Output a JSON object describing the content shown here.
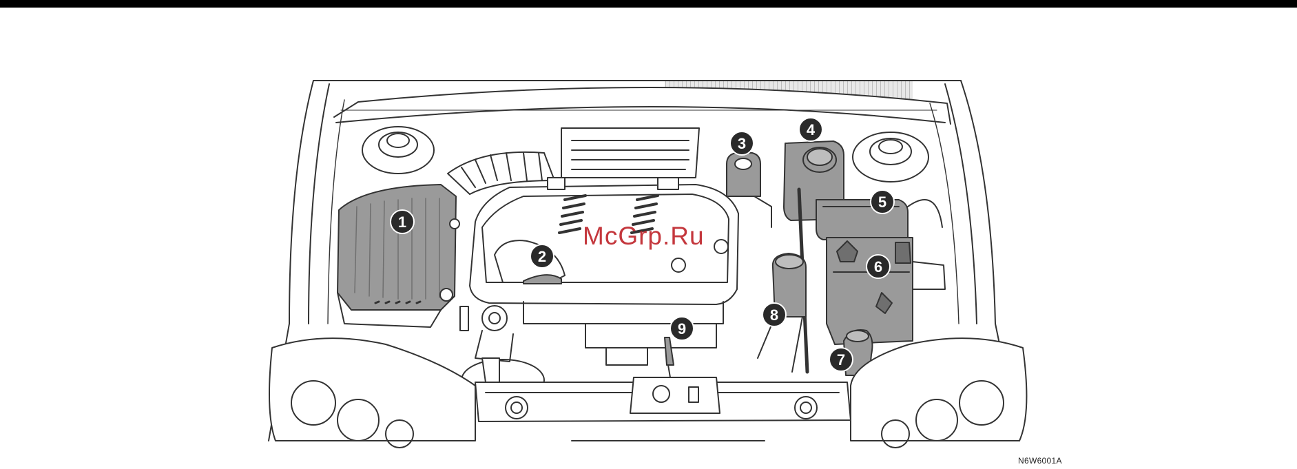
{
  "colors": {
    "top_bar": "#000000",
    "line": "#333333",
    "body_fill": "#ffffff",
    "component_fill": "#9a9a9a",
    "callout_fill": "#2a2a2a",
    "watermark": "#c0272d"
  },
  "callouts": [
    {
      "label": "1",
      "component": "air-filter"
    },
    {
      "label": "2",
      "component": "engine-oil-filler-cap"
    },
    {
      "label": "3",
      "component": "power-steering-reservoir"
    },
    {
      "label": "4",
      "component": "coolant-reservoir"
    },
    {
      "label": "5",
      "component": "fuse-box"
    },
    {
      "label": "6",
      "component": "battery"
    },
    {
      "label": "7",
      "component": "washer-fluid-reservoir"
    },
    {
      "label": "8",
      "component": "brake-fluid-reservoir"
    },
    {
      "label": "9",
      "component": "engine-oil-dipstick"
    }
  ],
  "watermark": "McGrp.Ru",
  "figure_code": "N6W6001A"
}
